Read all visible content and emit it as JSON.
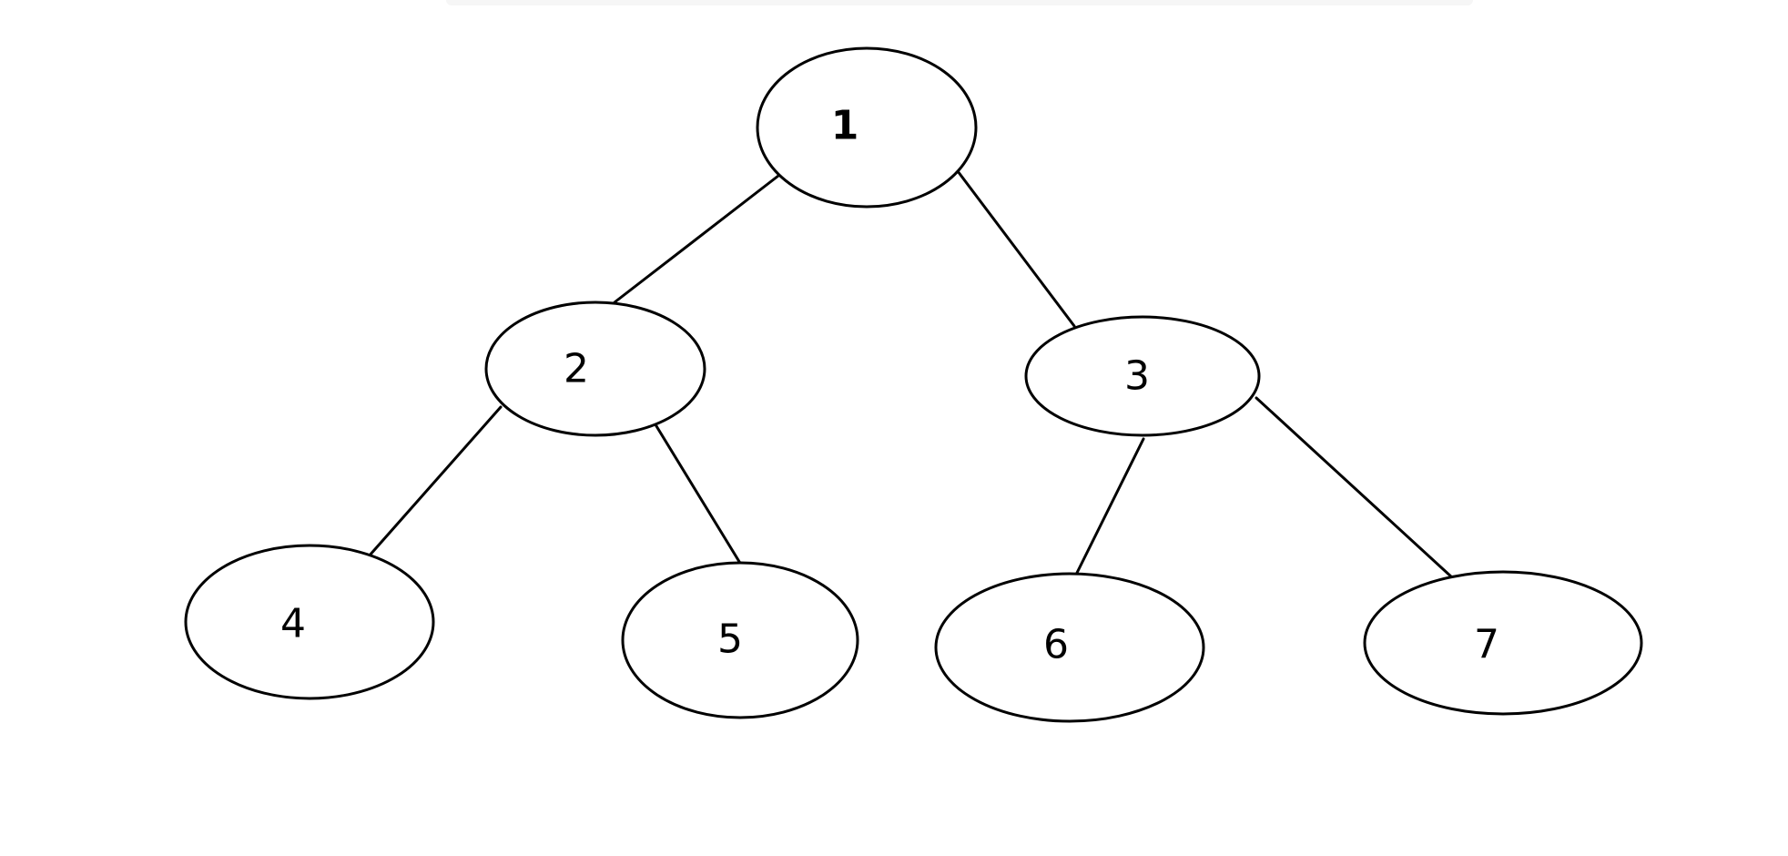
{
  "nodes": [
    {
      "id": "n1",
      "label": "1"
    },
    {
      "id": "n2",
      "label": "2"
    },
    {
      "id": "n3",
      "label": "3"
    },
    {
      "id": "n4",
      "label": "4"
    },
    {
      "id": "n5",
      "label": "5"
    },
    {
      "id": "n6",
      "label": "6"
    },
    {
      "id": "n7",
      "label": "7"
    }
  ],
  "edges": [
    {
      "from": "n1",
      "to": "n2"
    },
    {
      "from": "n1",
      "to": "n3"
    },
    {
      "from": "n2",
      "to": "n4"
    },
    {
      "from": "n2",
      "to": "n5"
    },
    {
      "from": "n3",
      "to": "n6"
    },
    {
      "from": "n3",
      "to": "n7"
    }
  ],
  "colors": {
    "stroke": "#000000",
    "background": "#ffffff"
  }
}
